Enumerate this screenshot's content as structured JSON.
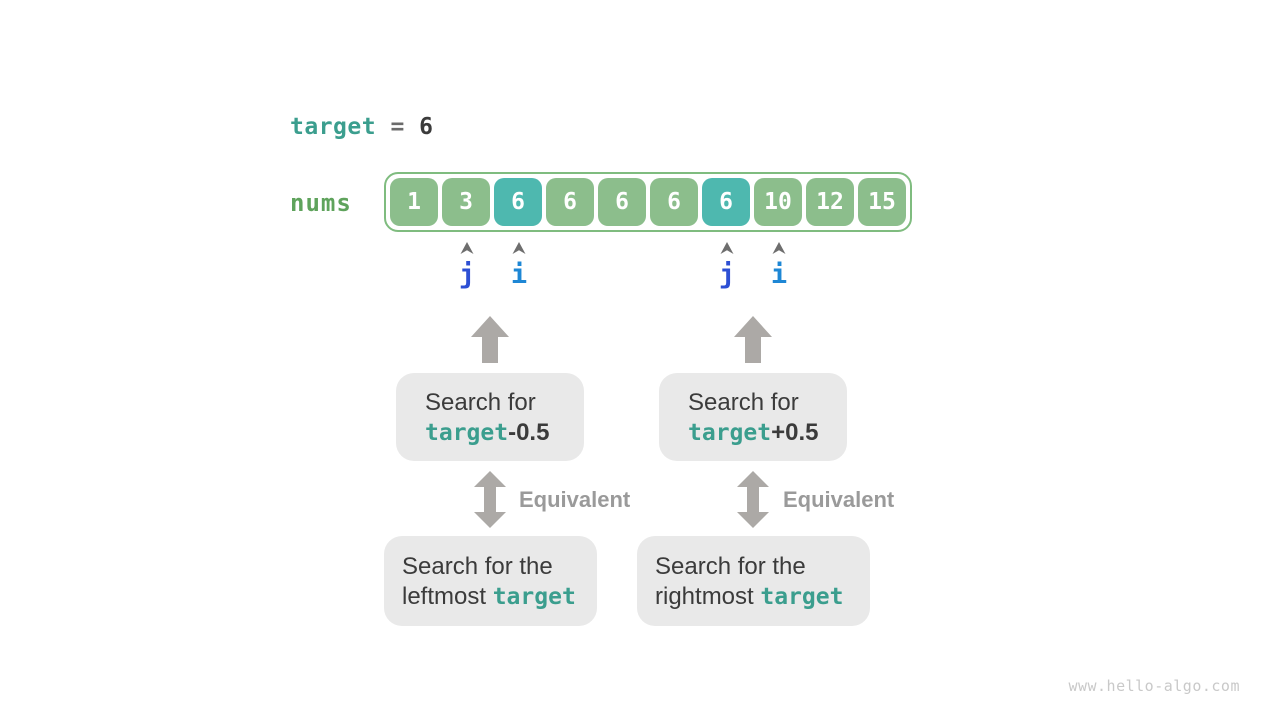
{
  "header": {
    "var": "target",
    "op": " = ",
    "value": "6"
  },
  "array": {
    "label": "nums",
    "values": [
      "1",
      "3",
      "6",
      "6",
      "6",
      "6",
      "6",
      "10",
      "12",
      "15"
    ],
    "highlight_indices": [
      2,
      6
    ]
  },
  "pointers": [
    {
      "label": "j"
    },
    {
      "label": "i"
    },
    {
      "label": "j"
    },
    {
      "label": "i"
    }
  ],
  "left_flow": {
    "search_line1": "Search for",
    "search_code": "target",
    "search_suffix": "-0.5",
    "equivalent": "Equivalent",
    "result_line1": "Search for the",
    "result_prefix": "leftmost ",
    "result_code": "target"
  },
  "right_flow": {
    "search_line1": "Search for",
    "search_code": "target",
    "search_suffix": "+0.5",
    "equivalent": "Equivalent",
    "result_line1": "Search for the",
    "result_prefix": "rightmost ",
    "result_code": "target"
  },
  "watermark": "www.hello-algo.com",
  "colors": {
    "cell_green": "#8CBE8C",
    "cell_teal": "#4EB8AF",
    "array_border_green": "#7FBC7F",
    "code_teal": "#3B9E8E",
    "nums_label_green": "#5FA35C",
    "box_gray": "#E9E9E9",
    "arrow_gray": "#ACA9A6",
    "text_dark": "#3B3B3B",
    "equivalent_gray": "#9A9A9A",
    "pointer_j_blue": "#2D4FD4",
    "pointer_i_blue": "#1E87D5"
  }
}
